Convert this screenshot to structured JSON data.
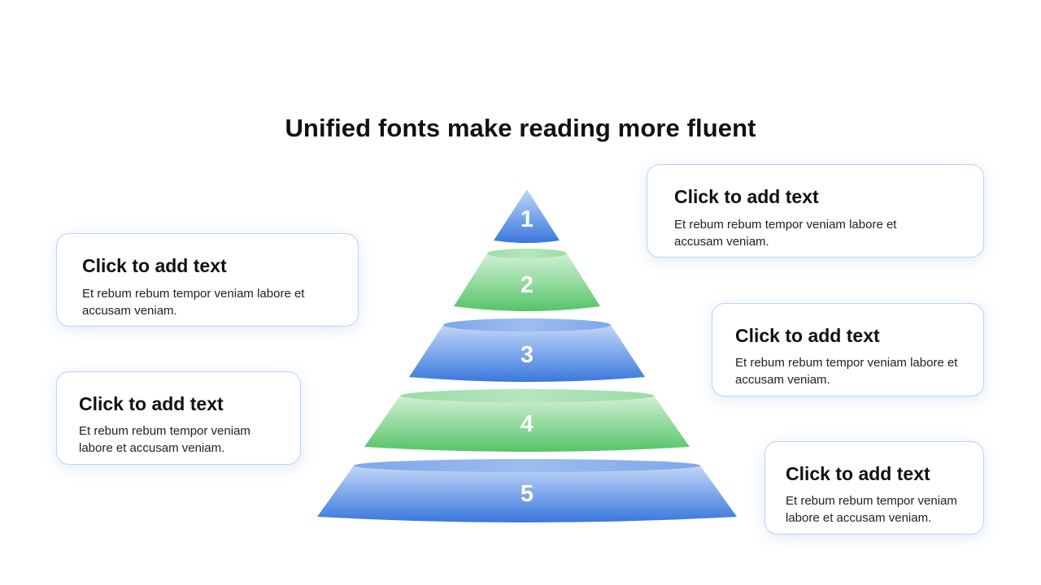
{
  "title": "Unified fonts make reading more fluent",
  "levels": [
    {
      "number": "1",
      "color": "blue"
    },
    {
      "number": "2",
      "color": "green"
    },
    {
      "number": "3",
      "color": "blue"
    },
    {
      "number": "4",
      "color": "green"
    },
    {
      "number": "5",
      "color": "blue"
    }
  ],
  "cards": [
    {
      "heading": "Click to add text",
      "body": "Et rebum rebum tempor veniam labore et accusam veniam."
    },
    {
      "heading": "Click to add text",
      "body": "Et rebum rebum tempor veniam labore et accusam veniam."
    },
    {
      "heading": "Click to add text",
      "body": "Et rebum rebum tempor veniam labore et accusam veniam."
    },
    {
      "heading": "Click to add text",
      "body": "Et rebum rebum tempor veniam labore et accusam veniam."
    },
    {
      "heading": "Click to add text",
      "body": "Et rebum rebum tempor veniam labore et accusam veniam."
    }
  ],
  "colors": {
    "blue_light": "#b3cdf6",
    "blue_dark": "#3a77de",
    "blue_top": "#8db2ec",
    "green_light": "#c5ebcb",
    "green_dark": "#57c56a",
    "green_top": "#a9e1b3",
    "card_border": "#bcd3f2"
  }
}
